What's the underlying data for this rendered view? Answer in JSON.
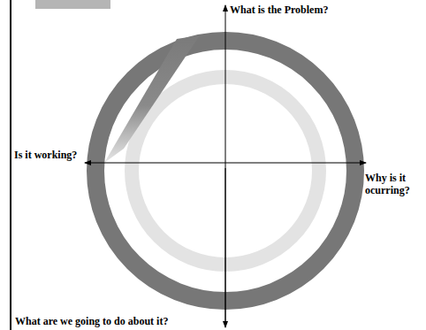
{
  "diagram": {
    "labels": [
      "What is the Problem?",
      "Why is it ocurring?",
      "What are we going to do about it?",
      "Is it working?"
    ]
  }
}
